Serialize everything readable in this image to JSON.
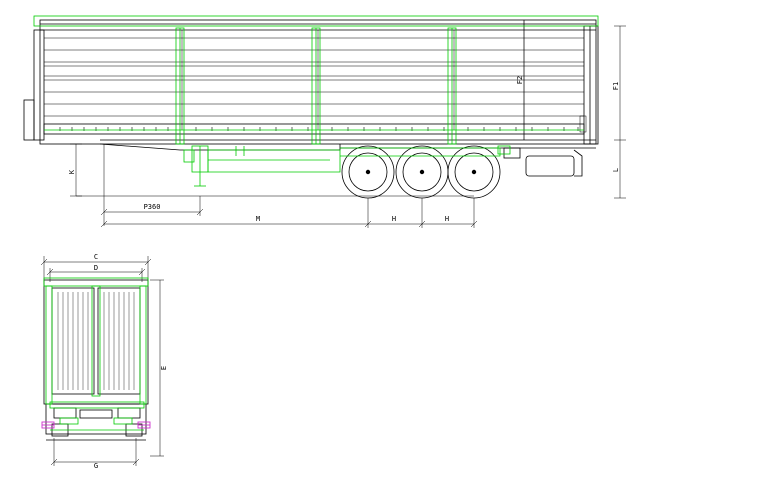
{
  "colors": {
    "line": "#000000",
    "accent": "#00cc00",
    "marker": "#cc33cc",
    "background": "#ffffff"
  },
  "side_view": {
    "labels": {
      "f1": "F1",
      "f2": "F2",
      "k": "K",
      "l": "L",
      "p": "P360",
      "m": "M",
      "h1": "H",
      "h2": "H"
    }
  },
  "rear_view": {
    "labels": {
      "c": "C",
      "d": "D",
      "e": "E",
      "g": "G"
    }
  }
}
